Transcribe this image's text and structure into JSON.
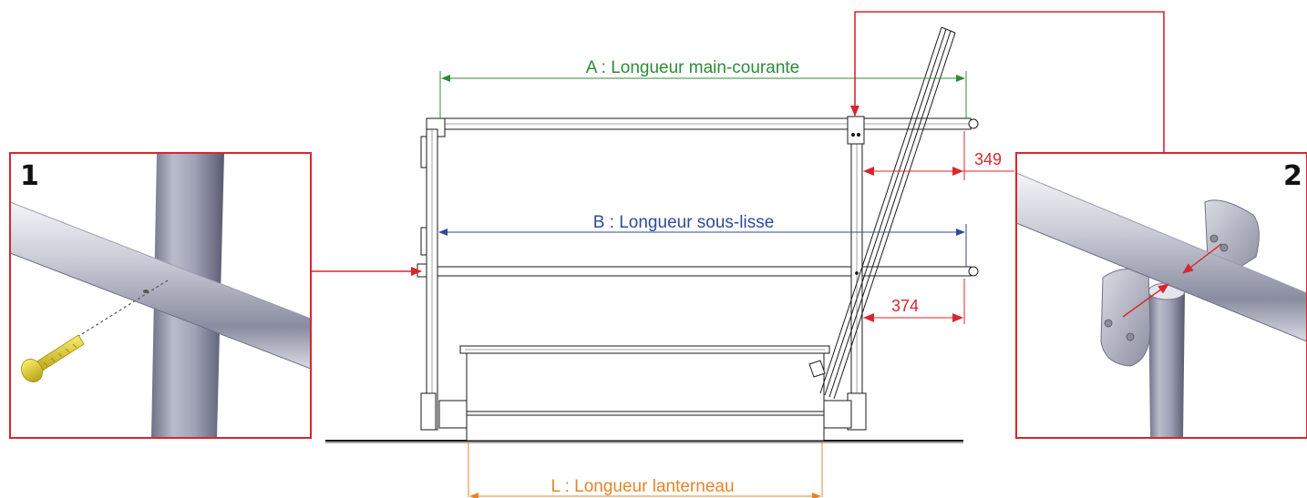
{
  "dimensions": {
    "a_label": "A : Longueur main-courante",
    "b_label": "B : Longueur sous-lisse",
    "l_label": "L : Longueur lanterneau",
    "offset_top": "349",
    "offset_mid": "374"
  },
  "details": {
    "left_number": "1",
    "right_number": "2"
  },
  "colors": {
    "dimension_a": "#2e8b3a",
    "dimension_b": "#2f4a9a",
    "dimension_l": "#e5852b",
    "callout": "#d8262e"
  }
}
